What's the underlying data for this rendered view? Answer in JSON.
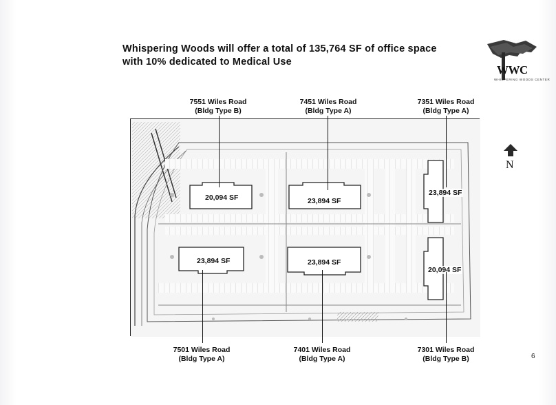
{
  "headline": {
    "line1": "Whispering Woods will offer a total of 135,764 SF of office space",
    "line2": "with 10% dedicated to Medical Use"
  },
  "logo": {
    "text": "WWC",
    "subtitle": "WHISPERING WOODS CENTER",
    "icon": "tree-logo-icon"
  },
  "callouts_top": [
    {
      "address": "7551 Wiles Road",
      "type": "(Bldg Type B)"
    },
    {
      "address": "7451 Wiles Road",
      "type": "(Bldg Type A)"
    },
    {
      "address": "7351 Wiles Road",
      "type": "(Bldg Type A)"
    }
  ],
  "callouts_bottom": [
    {
      "address": "7501 Wiles Road",
      "type": "(Bldg Type A)"
    },
    {
      "address": "7401 Wiles Road",
      "type": "(Bldg Type A)"
    },
    {
      "address": "7301 Wiles Road",
      "type": "(Bldg Type B)"
    }
  ],
  "buildings": {
    "b7551": "20,094 SF",
    "b7451": "23,894 SF",
    "b7351": "23,894 SF",
    "b7501": "23,894 SF",
    "b7401": "23,894 SF",
    "b7301": "20,094 SF"
  },
  "north": {
    "letter": "N",
    "icon": "north-arrow-icon"
  },
  "page_number": "6"
}
